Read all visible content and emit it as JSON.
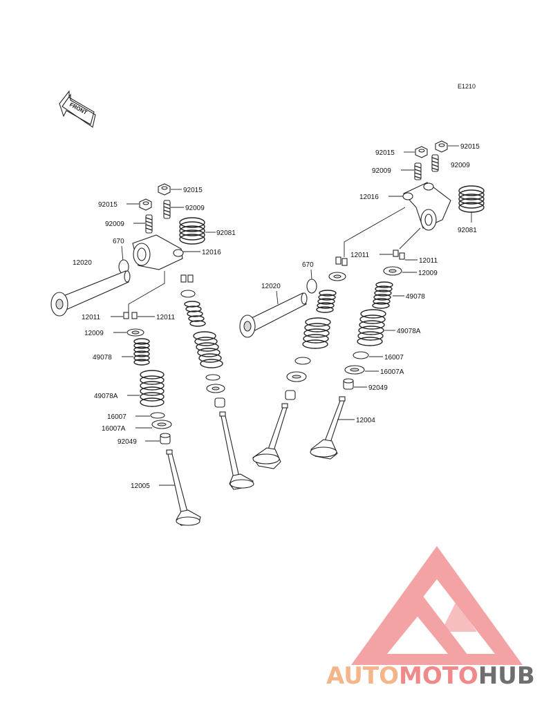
{
  "diagram_code": "E1210",
  "front_label": "FRONT",
  "parts": {
    "p92015_l1": "92015",
    "p92015_l2": "92015",
    "p92009_l1": "92009",
    "p92009_l2": "92009",
    "p92081_l": "92081",
    "p670_l": "670",
    "p12016_l": "12016",
    "p12020_l": "12020",
    "p12011_l1": "12011",
    "p12011_l2": "12011",
    "p12009_l": "12009",
    "p49078_l": "49078",
    "p49078A_l": "49078A",
    "p16007_l": "16007",
    "p16007A_l": "16007A",
    "p92049_l": "92049",
    "p12005_l": "12005",
    "p92015_r1": "92015",
    "p92015_r2": "92015",
    "p92009_r1": "92009",
    "p92009_r2": "92009",
    "p12016_r": "12016",
    "p92081_r": "92081",
    "p670_r": "670",
    "p12020_r": "12020",
    "p12011_r1": "12011",
    "p12011_r2": "12011",
    "p12009_r": "12009",
    "p49078_r": "49078",
    "p49078A_r": "49078A",
    "p16007_r": "16007",
    "p16007A_r": "16007A",
    "p92049_r": "92049",
    "p12004_r": "12004"
  },
  "watermark": {
    "word_auto": "AUTO",
    "word_moto": "MOTO",
    "word_hub": "HUB",
    "color_auto": "#f5b58a",
    "color_moto": "#f08a8a",
    "color_hub": "#6e6e6e",
    "triangle_color": "#f29a9a"
  }
}
